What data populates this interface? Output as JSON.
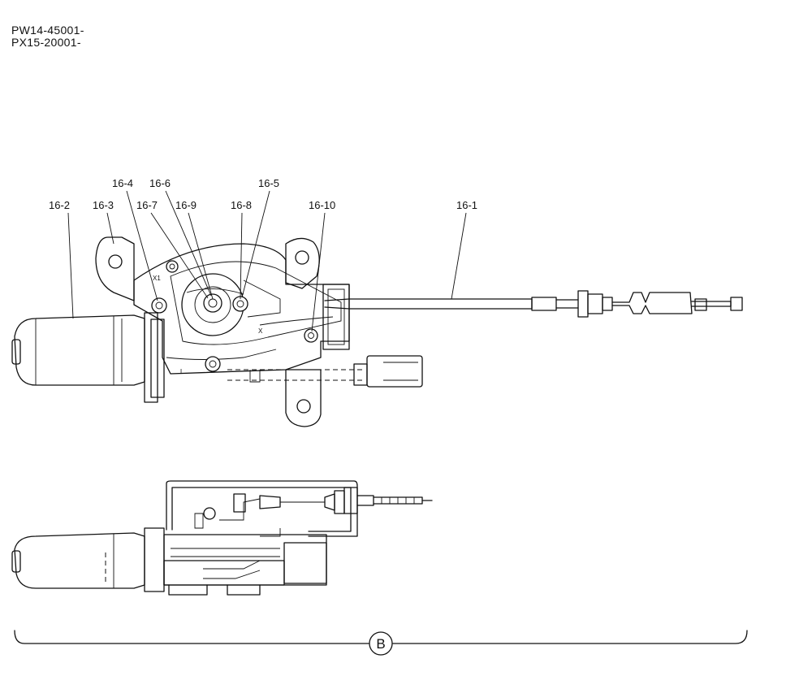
{
  "serials": [
    "PW14-45001-",
    "PX15-20001-"
  ],
  "view_label": "B",
  "callouts": {
    "c16_1": "16-1",
    "c16_2": "16-2",
    "c16_3": "16-3",
    "c16_4": "16-4",
    "c16_5": "16-5",
    "c16_6": "16-6",
    "c16_7": "16-7",
    "c16_8": "16-8",
    "c16_9": "16-9",
    "c16_10": "16-10"
  }
}
